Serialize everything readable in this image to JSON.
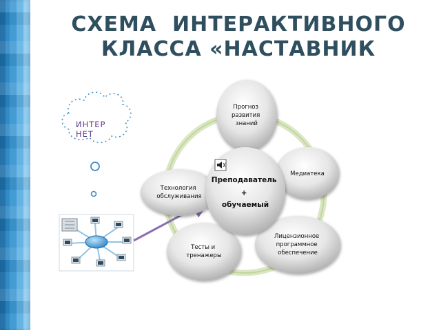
{
  "title": {
    "line1": "СХЕМА  ИНТЕРАКТИВНОГО",
    "line2": "КЛАССА «НАСТАВНИК"
  },
  "cloud": {
    "line1": "ИНТЕР",
    "line2": "НЕТ"
  },
  "center": {
    "line1": "Преподаватель",
    "line2": "+",
    "line3": "обучаемый"
  },
  "nodes": {
    "forecast": [
      "Прогноз",
      "развития",
      "знаний"
    ],
    "media": [
      "Медиатека"
    ],
    "software": [
      "Лицензионное",
      "программное",
      "обеспечение"
    ],
    "tests": [
      "Тесты и",
      "тренажеры"
    ],
    "technology": [
      "Технология",
      "обслуживания"
    ]
  },
  "colors": {
    "title": "#2f4f5f",
    "cloud_text": "#5a3a8a",
    "ring": "#c9dca6",
    "arrow": "#8a6fb0",
    "network_hub": "#4aa3df"
  }
}
